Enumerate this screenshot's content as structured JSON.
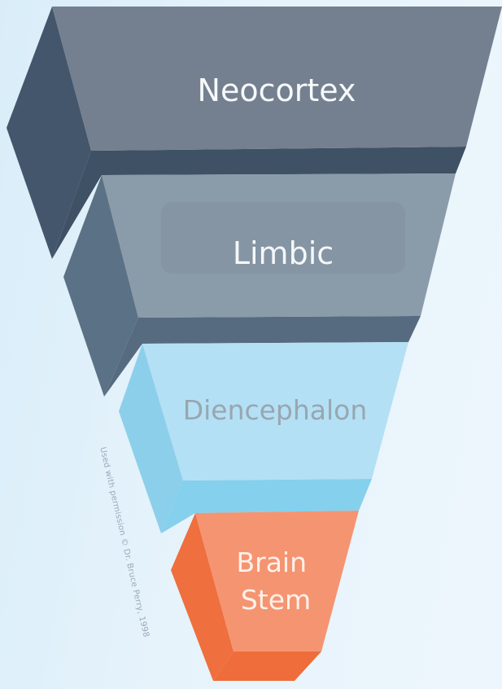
{
  "layers": [
    {
      "label": "Neocortex",
      "color": "#74808f"
    },
    {
      "label": "Limbic",
      "color": "#8a9ba9"
    },
    {
      "label": "Diencephalon",
      "color": "#b3e0f4"
    },
    {
      "label": "Brain\nStem",
      "line1": "Brain",
      "line2": "Stem",
      "color": "#f59471"
    }
  ],
  "attribution": "Used with permission © Dr. Bruce Perry, 1998"
}
